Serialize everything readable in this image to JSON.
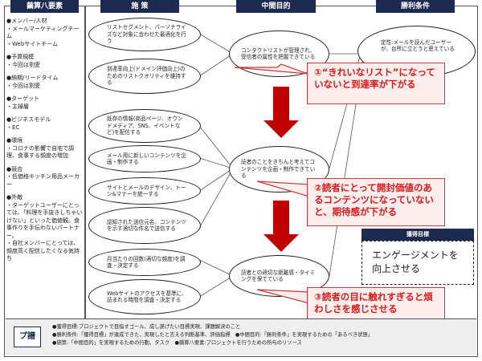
{
  "headers": {
    "elements": "繭算八要素",
    "measures": "施 策",
    "intermediate": "中間目的",
    "victory": "勝利条件"
  },
  "elements": [
    {
      "title": "●メンバー/人材",
      "lines": [
        "・メールマーケティングチーム",
        "・Webサイトチーム"
      ]
    },
    {
      "title": "●予算規模",
      "lines": [
        "・今回は割愛"
      ]
    },
    {
      "title": "●納期/リードタイム",
      "lines": [
        "・今回は割愛"
      ]
    },
    {
      "title": "●ターゲット",
      "lines": [
        "・主婦層"
      ]
    },
    {
      "title": "●ビジネスモデル",
      "lines": [
        "・EC"
      ]
    },
    {
      "title": "●環境",
      "lines": [
        "・コロナの影響で自宅で調理、食事する頻度の増加"
      ]
    },
    {
      "title": "●競合",
      "lines": [
        "・低価格キッチン用品メーカー"
      ]
    },
    {
      "title": "●外敵",
      "lines": [
        "・ターゲットユーザーにとっては、「料理を手抜きしちゃいけない」といった価値観。食事作りを手伝わないパートナー。",
        "・自社メンバーにとっては、頻度高く配信したくなる気持ち"
      ]
    }
  ],
  "measures": [
    "リストセグメント、パーソナライズなど対象に合わせた最適化を行う",
    "到達率向上(ドメイン評価向上)のためのリストクオリティを維持する",
    "既存の情報(商品ページ、オウンドメディア、SNS、イベントなど)を配信する",
    "メール用に新しいコンテンツを企画・制作する",
    "サイトとメールのデザイン、トーン&マナーを統一する",
    "認知された送信元名、コンテンツを示す適切な件名で送信する",
    "月当たりの回数(適切な頻度)を調査・決定する",
    "Webサイトのアクセスを基準に、読まれる時間を調査・決定する"
  ],
  "intermediate": [
    "コンタクトリストが管理され、受信者の属性を把握できている",
    "読者のことをきちんと考えてコンテンツを企画・制作できている",
    "読者との適切な距離感・タイミングを保てている"
  ],
  "victory": "定性:メールを読んだユーザーが、台所に立とうと思えている",
  "callouts": [
    "①“きれいなリスト”になっていないと到達率が下がる",
    "②読者にとって開封価値のあるコンテンツになっていないと、期待感が下がる",
    "③読者の目に触れすぎると煩わしさを感じさせる"
  ],
  "goal": {
    "label": "獲得目標",
    "text": "エンゲージメントを向上させる"
  },
  "legend": {
    "logo": "プ譜",
    "lines": [
      "●獲得目標:プロジェクトで目指すゴール、成し遂げたい目標実現、課題解決のこと",
      "●勝利条件:「獲得目標」が達成できた、実現したと言える判断基準、評価指標　●中間目的:「勝利条件」を実現するための「あるべき状態」",
      "●施策:「中間目的」を実現するための行動、タスク　●繭算八要素:プロジェクトを行うための所与のリソース"
    ]
  },
  "colors": {
    "header": "#1c2a4f",
    "arrow": "#c00000",
    "callout_text": "#e01818"
  }
}
